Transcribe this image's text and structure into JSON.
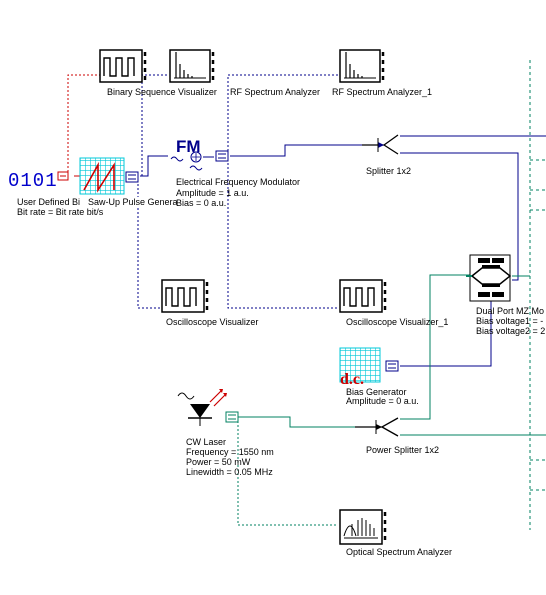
{
  "colors": {
    "electrical": "#cc0000",
    "rf": "#00008b",
    "optical": "#008060",
    "dashed": "#00008b",
    "background": "#ffffff"
  },
  "components": {
    "user_defined": {
      "icon": "binary-bits-icon",
      "glyph": "0101",
      "name": "User Defined Bi",
      "param": "Bit rate = Bit rate  bit/s"
    },
    "saw_pulse": {
      "icon": "sawtooth-icon",
      "name": "Saw-Up Pulse Genera"
    },
    "binary_visualizer": {
      "icon": "square-wave-icon",
      "name": "Binary Sequence Visualizer"
    },
    "rf_analyzer_1": {
      "icon": "spectrum-icon",
      "name": "RF Spectrum Analyzer"
    },
    "rf_analyzer_2": {
      "icon": "spectrum-icon",
      "name": "RF Spectrum Analyzer_1"
    },
    "fm_modulator": {
      "icon": "fm-icon",
      "glyph": "FM",
      "name": "Electrical Frequency Modulator",
      "params": [
        "Amplitude = 1  a.u.",
        "Bias = 0  a.u."
      ]
    },
    "splitter": {
      "icon": "splitter-icon",
      "name": "Splitter 1x2"
    },
    "scope_1": {
      "icon": "oscilloscope-icon",
      "name": "Oscilloscope Visualizer"
    },
    "scope_2": {
      "icon": "oscilloscope-icon",
      "name": "Oscilloscope Visualizer_1"
    },
    "dual_mz": {
      "icon": "mach-zehnder-icon",
      "name": "Dual Port MZ Mo",
      "params": [
        "Bias voltage1 = -",
        "Bias voltage2 = 2"
      ]
    },
    "bias_gen": {
      "icon": "dc-source-icon",
      "glyph": "d.c.",
      "name": "Bias Generator",
      "param": "Amplitude = 0  a.u."
    },
    "cw_laser": {
      "icon": "laser-icon",
      "name": "CW Laser",
      "params": [
        "Frequency = 1550  nm",
        "Power = 50  mW",
        "Linewidth = 0.05  MHz"
      ]
    },
    "power_splitter": {
      "icon": "splitter-icon",
      "name": "Power Splitter 1x2"
    },
    "osa": {
      "icon": "optical-spectrum-icon",
      "name": "Optical Spectrum Analyzer"
    }
  }
}
